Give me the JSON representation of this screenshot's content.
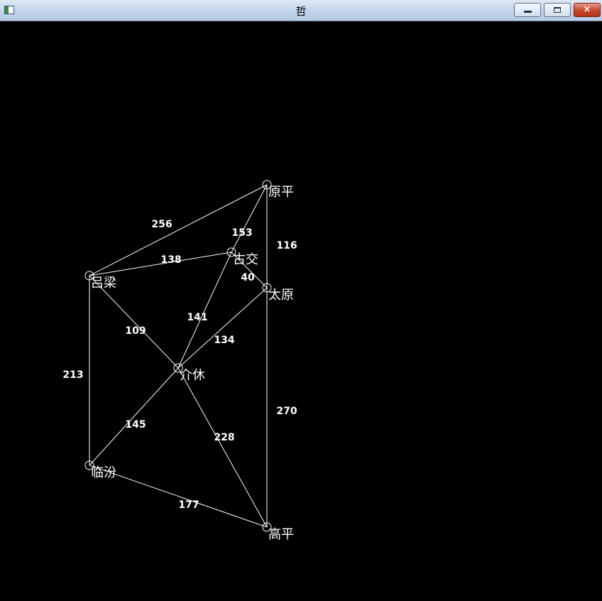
{
  "window": {
    "title": "哲",
    "buttons": {
      "minimize": "minimize",
      "maximize": "maximize",
      "close": "×"
    }
  },
  "graph": {
    "nodes": [
      {
        "id": "yuanping",
        "label": "原平"
      },
      {
        "id": "guijiao",
        "label": "古交"
      },
      {
        "id": "lvliang",
        "label": "吕梁"
      },
      {
        "id": "taiyuan",
        "label": "太原"
      },
      {
        "id": "jiexiu",
        "label": "介休"
      },
      {
        "id": "linfen",
        "label": "临汾"
      },
      {
        "id": "gaoping",
        "label": "高平"
      }
    ],
    "edges": [
      {
        "from": "lvliang",
        "to": "yuanping",
        "weight": "256"
      },
      {
        "from": "guijiao",
        "to": "yuanping",
        "weight": "153"
      },
      {
        "from": "taiyuan",
        "to": "yuanping",
        "weight": "116"
      },
      {
        "from": "lvliang",
        "to": "guijiao",
        "weight": "138"
      },
      {
        "from": "guijiao",
        "to": "taiyuan",
        "weight": "40"
      },
      {
        "from": "jiexiu",
        "to": "guijiao",
        "weight": "141"
      },
      {
        "from": "lvliang",
        "to": "jiexiu",
        "weight": "109"
      },
      {
        "from": "jiexiu",
        "to": "taiyuan",
        "weight": "134"
      },
      {
        "from": "lvliang",
        "to": "linfen",
        "weight": "213"
      },
      {
        "from": "linfen",
        "to": "jiexiu",
        "weight": "145"
      },
      {
        "from": "jiexiu",
        "to": "gaoping",
        "weight": "228"
      },
      {
        "from": "taiyuan",
        "to": "gaoping",
        "weight": "270"
      },
      {
        "from": "linfen",
        "to": "gaoping",
        "weight": "177"
      }
    ]
  },
  "colors": {
    "background": "#000000",
    "line": "#ffffff",
    "text": "#ffffff"
  }
}
